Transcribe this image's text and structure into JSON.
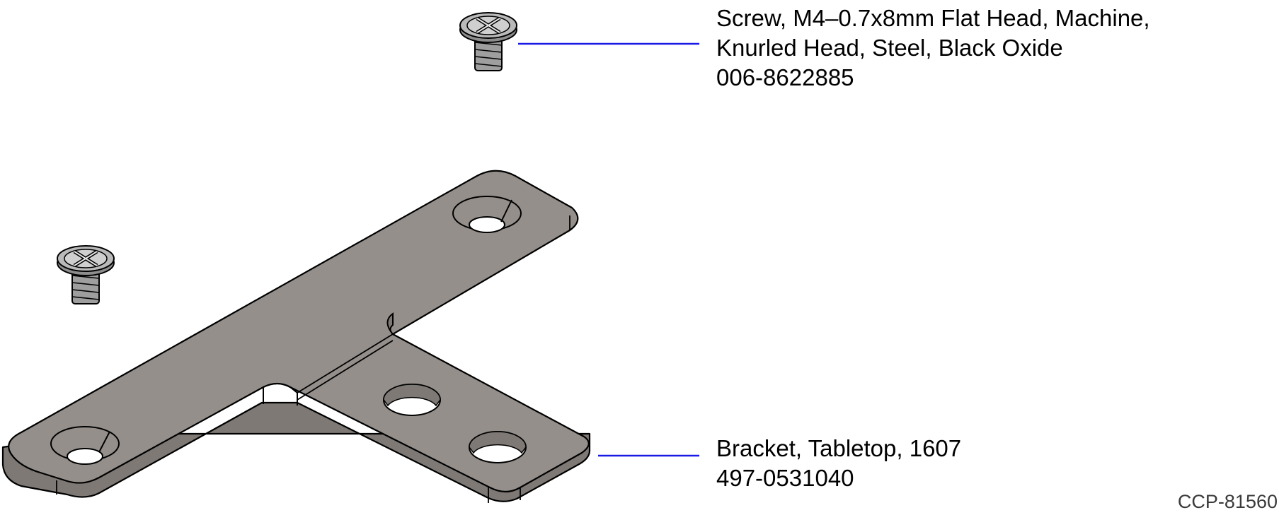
{
  "parts": {
    "screw": {
      "description_line1": "Screw, M4–0.7x8mm Flat Head, Machine,",
      "description_line2": "Knurled Head, Steel, Black Oxide",
      "part_number": "006-8622885"
    },
    "bracket": {
      "description": "Bracket, Tabletop, 1607",
      "part_number": "497-0531040"
    }
  },
  "figure_id": "CCP-81560",
  "colors": {
    "leader_line": "#1a1ae6",
    "bracket_fill": "#948f8b",
    "bracket_edge": "#7e7975",
    "screw_fill": "#b9b9b9",
    "outline": "#000000"
  }
}
